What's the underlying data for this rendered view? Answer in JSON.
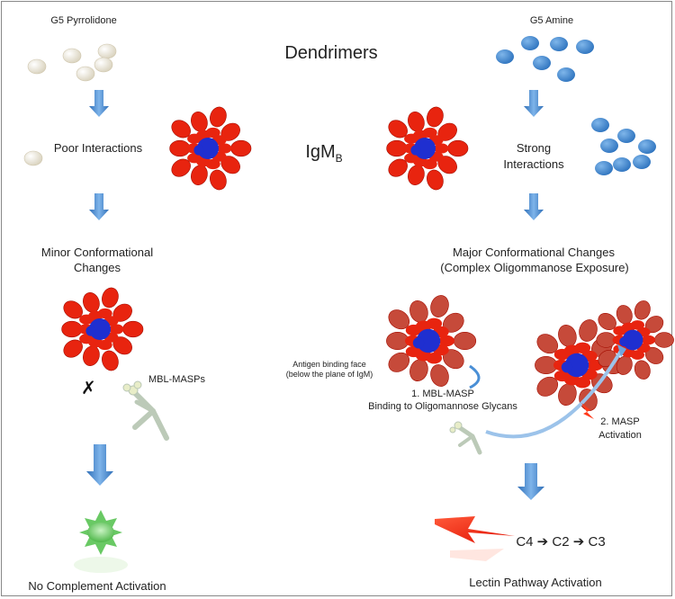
{
  "left_label": "G5 Pyrrolidone",
  "right_label": "G5 Amine",
  "title": "Dendrimers",
  "poor": "Poor Interactions",
  "igm_main": "IgM",
  "igm_sub": "B",
  "strong_line1": "Strong",
  "strong_line2": "Interactions",
  "minor_line1": "Minor Conformational",
  "minor_line2": "Changes",
  "major_line1": "Major Conformational Changes",
  "major_line2": "(Complex Oligommanose Exposure)",
  "antigen_line1": "Antigen binding face",
  "antigen_line2": "(below the plane of IgM)",
  "mbl_masps": "MBL-MASPs",
  "step1_line1": "1. MBL-MASP",
  "step1_line2": "Binding to Oligomannose Glycans",
  "step2_line1": "2. MASP",
  "step2_line2": "Activation",
  "blocked_mark": "✗",
  "cascade": "C4 ➔ C2 ➔ C3",
  "no_activation": "No Complement Activation",
  "lectin_activation": "Lectin Pathway Activation",
  "colors": {
    "arrow": "#4a8fd6",
    "protein": "#e8240f",
    "protein_core": "#1f2fd0",
    "amine_dendrimer": "#3f86cc",
    "pyrrolidone_dendrimer": "#efeadb",
    "lightning": "#ff2a10",
    "star": "#7dd67a"
  }
}
